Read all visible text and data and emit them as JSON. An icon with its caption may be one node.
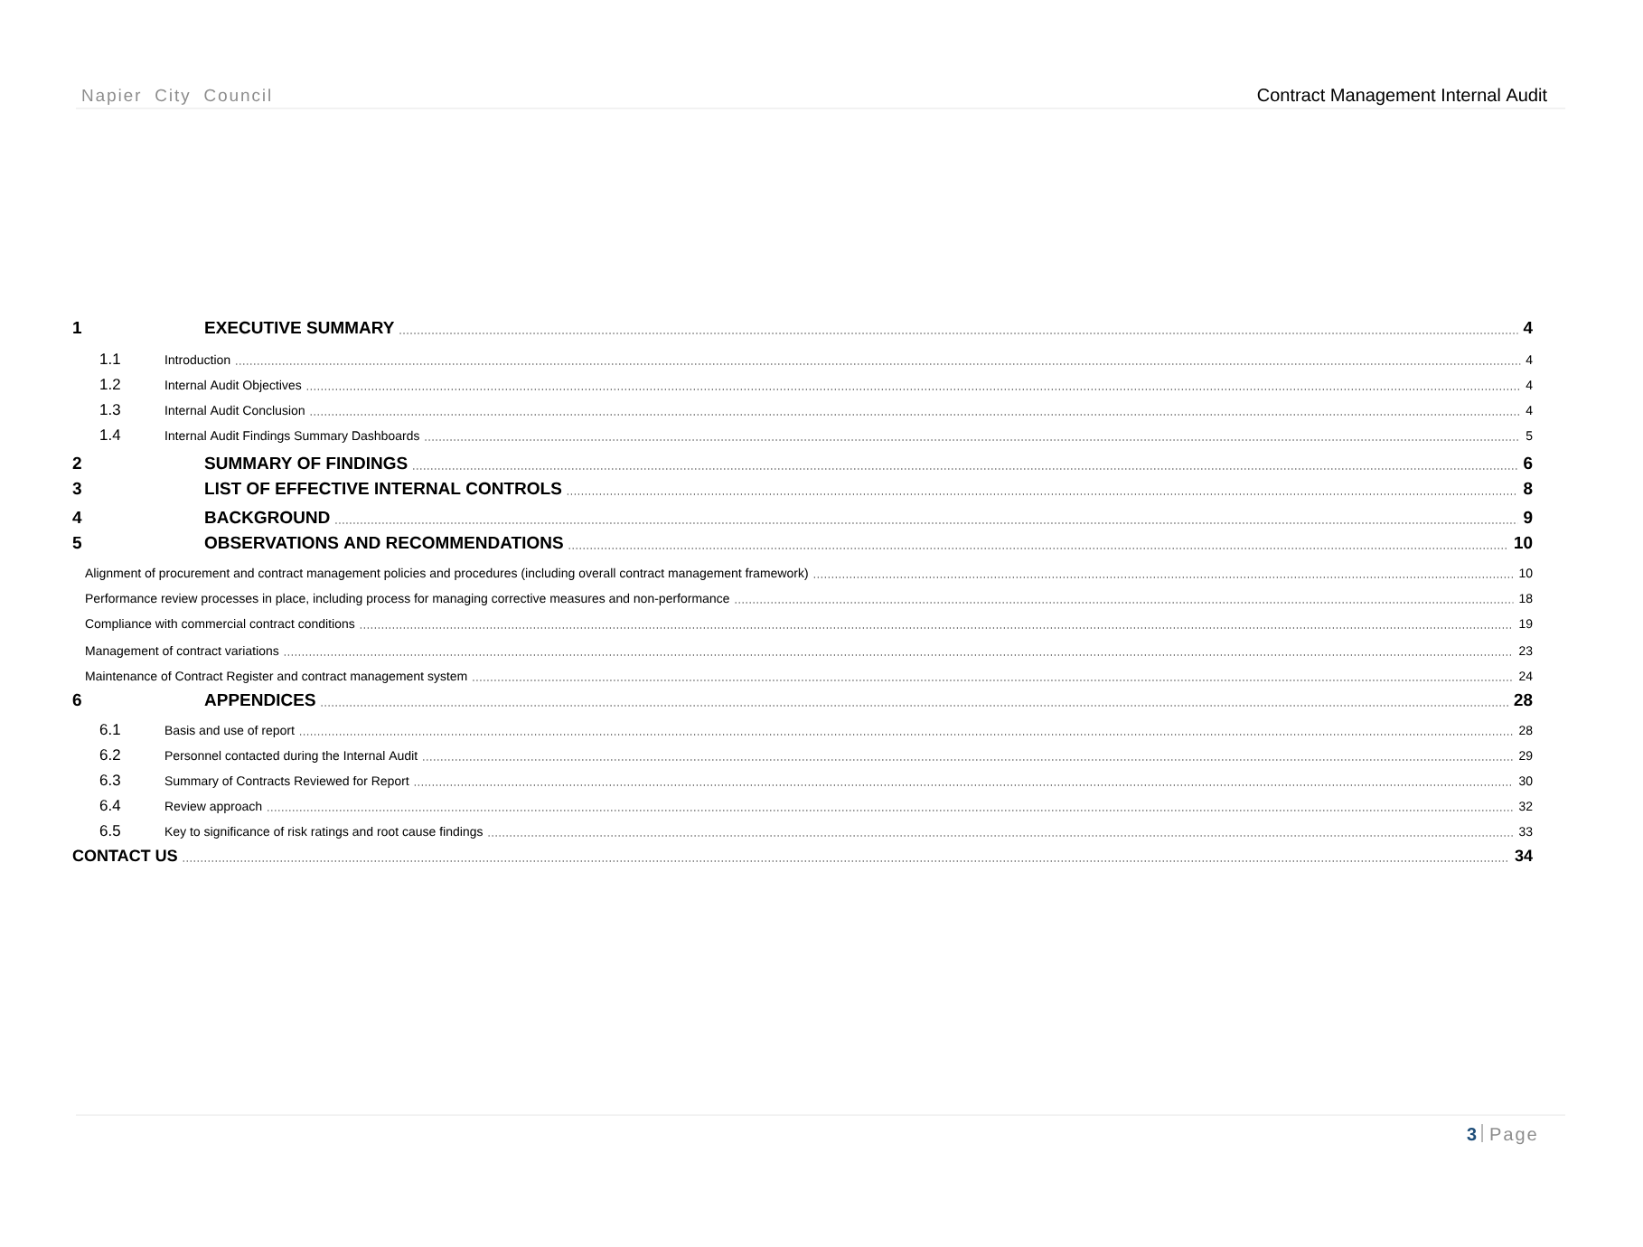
{
  "diagram": {
    "labels": [
      "Napier City Council",
      "Contract Management Internal Audit",
      "1",
      "EXECUTIVE SUMMARY",
      "4",
      "1.1",
      "Introduction",
      "4",
      "1.2",
      "Internal Audit Objectives",
      "4",
      "1.3",
      "Internal Audit Conclusion",
      "4",
      "1.4",
      "Internal Audit Findings Summary Dashboards",
      "5",
      "2",
      "SUMMARY OF FINDINGS",
      "6",
      "3",
      "LIST OF EFFECTIVE INTERNAL CONTROLS",
      "8",
      "4",
      "BACKGROUND",
      "9",
      "5",
      "OBSERVATIONS AND RECOMMENDATIONS",
      "10",
      "Alignment of procurement and contract management policies and procedures (including overall contract management framework)",
      "10",
      "Performance review processes in place, including process for managing corrective measures and non-performance",
      "18",
      "Compliance with commercial contract conditions",
      "19",
      "Management of contract variations",
      "23",
      "Maintenance of Contract Register and contract management system",
      "24",
      "6",
      "APPENDICES",
      "28",
      "6.1",
      "Basis and use of report",
      "28",
      "6.2",
      "Personnel contacted during the Internal Audit",
      "29",
      "6.3",
      "Summary of Contracts Reviewed for Report",
      "30",
      "6.4",
      "Review approach",
      "32",
      "6.5",
      "Key to significance of risk ratings and root cause findings",
      "33",
      "CONTACT US",
      "34",
      "3",
      "Page"
    ]
  }
}
